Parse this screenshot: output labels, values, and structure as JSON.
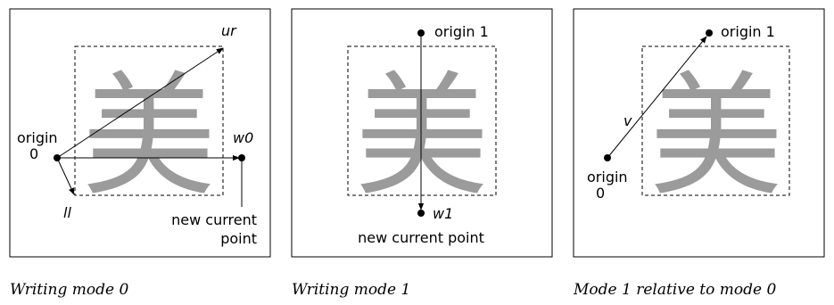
{
  "panels": [
    {
      "caption": "Writing mode 0",
      "glyph": "美",
      "labels": {
        "ur": "ur",
        "origin": "origin",
        "origin_num": "0",
        "w0": "w0",
        "ll": "ll",
        "new_current_1": "new current",
        "new_current_2": "point"
      }
    },
    {
      "caption": "Writing mode 1",
      "glyph": "美",
      "labels": {
        "origin1": "origin 1",
        "w1": "w1",
        "new_current": "new current point"
      }
    },
    {
      "caption": "Mode 1 relative to mode 0",
      "glyph": "美",
      "labels": {
        "origin1": "origin 1",
        "v": "v",
        "origin": "origin",
        "origin_num": "0"
      }
    }
  ],
  "colors": {
    "glyph": "#9b9b9b",
    "stroke": "#000000"
  }
}
